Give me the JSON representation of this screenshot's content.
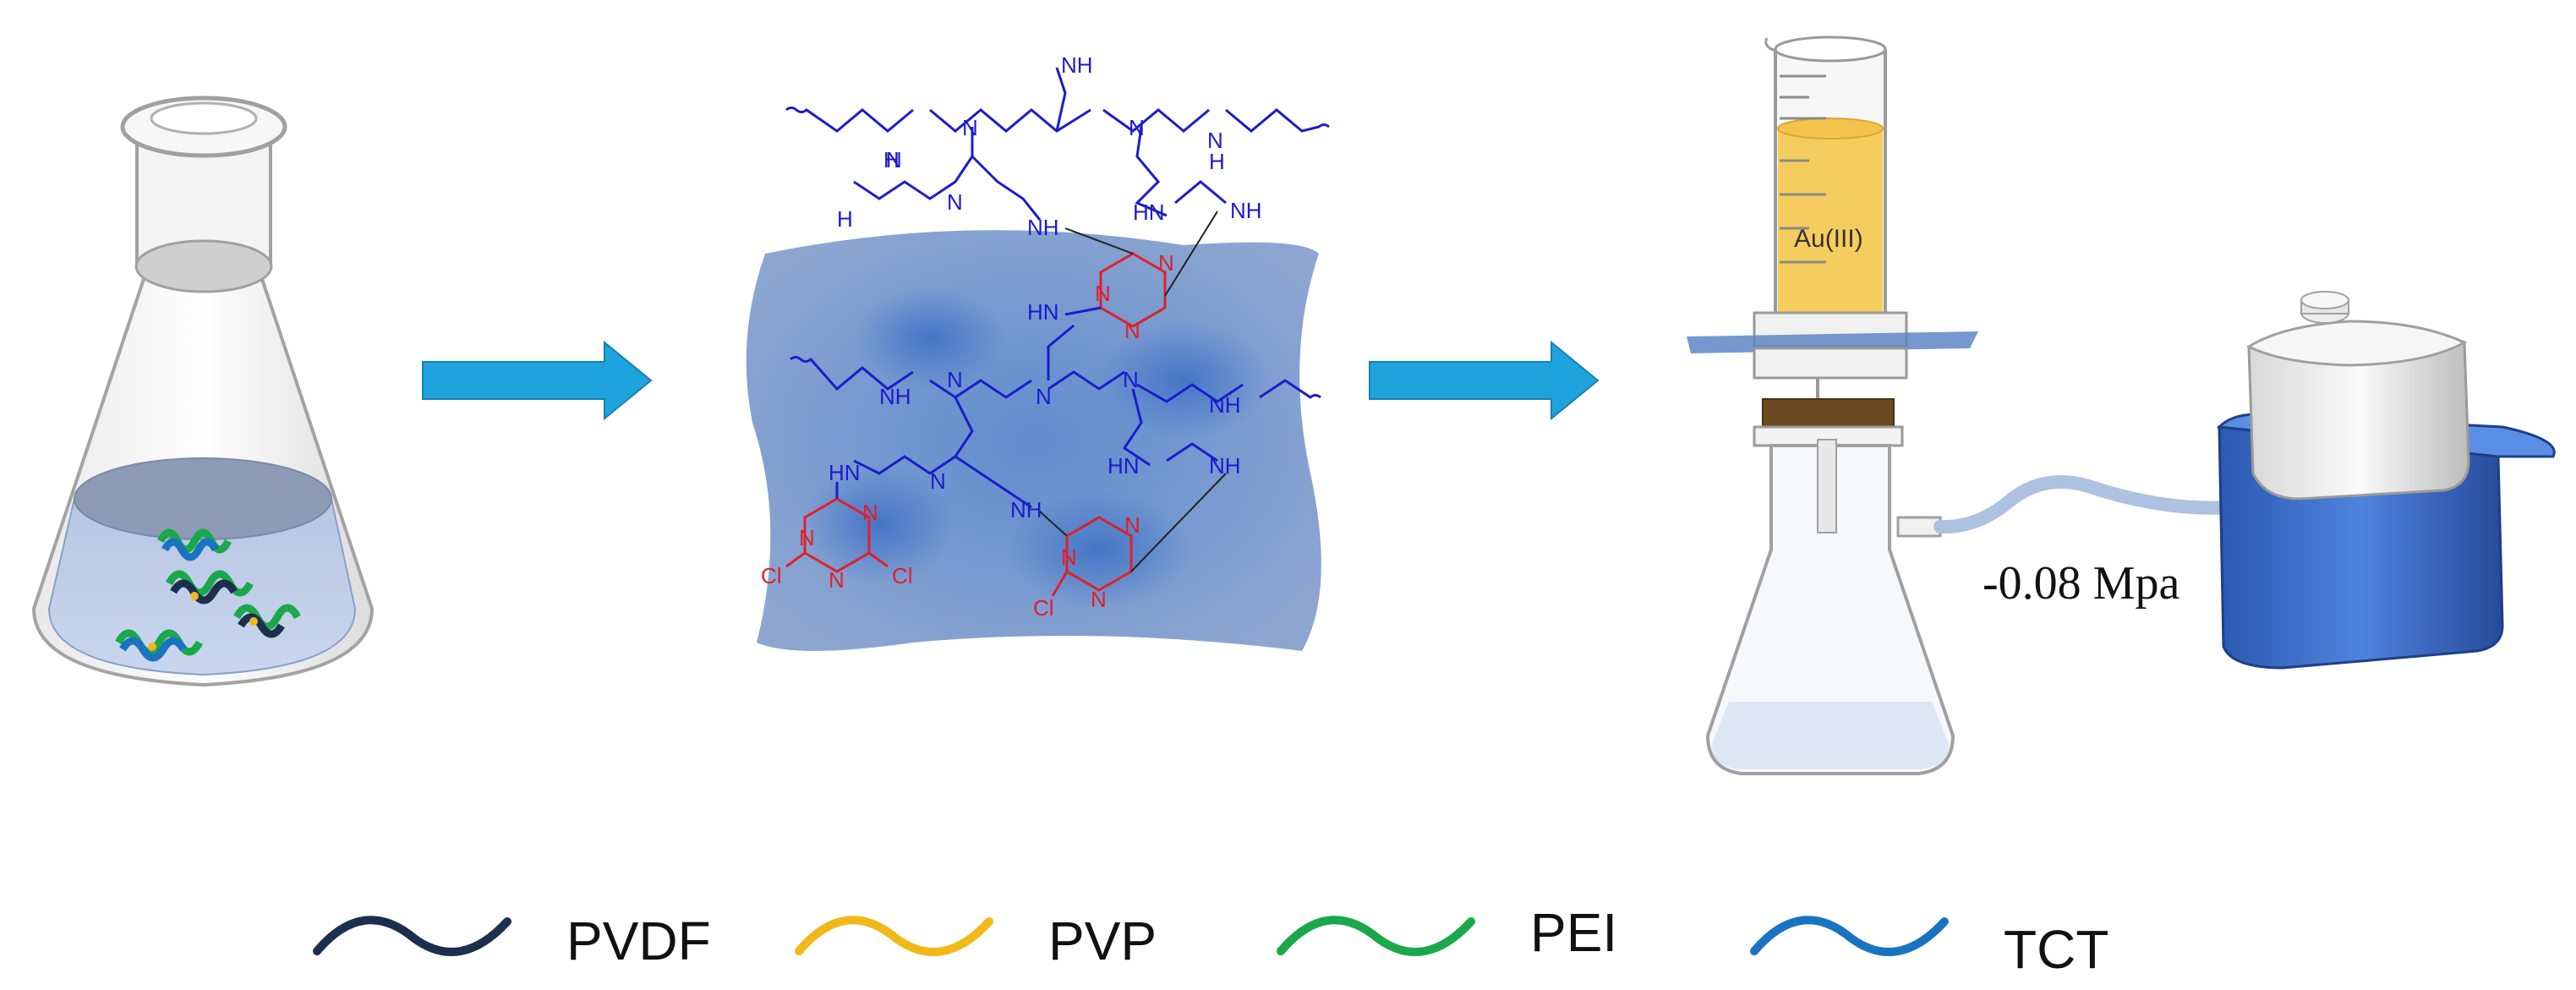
{
  "diagram": {
    "chem_labels": {
      "nh2": "NH",
      "h2n": "H",
      "nh": "NH",
      "hn": "HN",
      "h": "H",
      "n": "N",
      "cl": "Cl"
    },
    "cylinder_label": "Au(III)",
    "pressure_label": "-0.08 Mpa",
    "legend": [
      {
        "label": "PVDF",
        "color": "#1c2f4f"
      },
      {
        "label": "PVP",
        "color": "#f2b81a"
      },
      {
        "label": "PEI",
        "color": "#1aa84a"
      },
      {
        "label": "TCT",
        "color": "#1a73c2"
      }
    ],
    "colors": {
      "arrow": "#1fa3dc",
      "polymer": "#1c1ccc",
      "triazine": "#e0202a",
      "membrane": "#6d8fc4",
      "liquid": "#f5cd5e",
      "pump": "#3a6fcc"
    }
  }
}
